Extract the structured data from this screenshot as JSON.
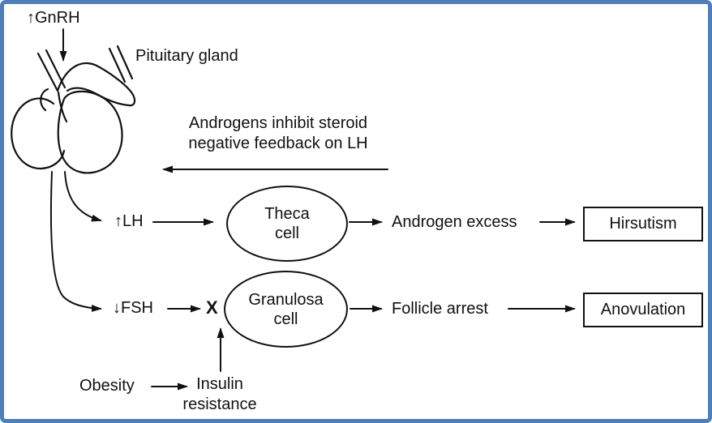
{
  "frame": {
    "border_color": "#4d7fba",
    "background": "#ffffff",
    "ink": "#111111"
  },
  "labels": {
    "gnrh": "↑GnRH",
    "pituitary_gland": "Pituitary gland",
    "feedback_line1": "Androgens inhibit steroid",
    "feedback_line2": "negative feedback on LH",
    "lh": "↑LH",
    "fsh": "↓FSH",
    "block_x": "X",
    "androgen_excess": "Androgen excess",
    "follicle_arrest": "Follicle arrest",
    "obesity": "Obesity",
    "insulin_line1": "Insulin",
    "insulin_line2": "resistance"
  },
  "nodes": {
    "theca_line1": "Theca",
    "theca_line2": "cell",
    "granulosa_line1": "Granulosa",
    "granulosa_line2": "cell"
  },
  "outcomes": {
    "hirsutism": "Hirsutism",
    "anovulation": "Anovulation"
  }
}
